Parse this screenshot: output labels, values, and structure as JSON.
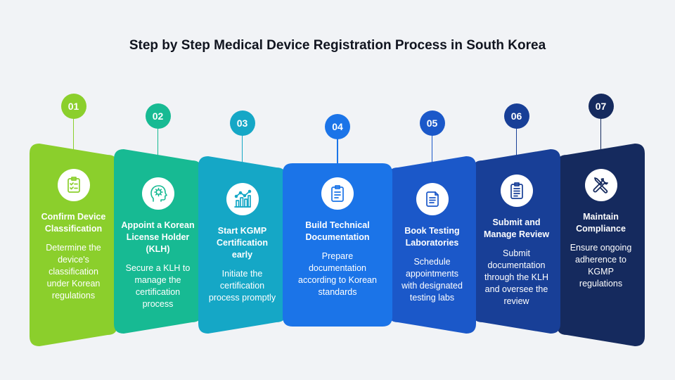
{
  "title": "Step by Step Medical Device Registration Process in South Korea",
  "steps": [
    {
      "num": "01",
      "title": "Confirm Device Classification",
      "desc": "Determine the device's classification under Korean regulations",
      "color": "#8bcf2c",
      "icon": "checklist-icon"
    },
    {
      "num": "02",
      "title": "Appoint a Korean License Holder (KLH)",
      "desc": "Secure a KLH to manage the certification process",
      "color": "#17ba93",
      "icon": "head-gear-icon"
    },
    {
      "num": "03",
      "title": "Start KGMP Certification early",
      "desc": "Initiate the certification process promptly",
      "color": "#15a7c6",
      "icon": "bar-chart-icon"
    },
    {
      "num": "04",
      "title": "Build Technical Documentation",
      "desc": "Prepare documentation according to Korean standards",
      "color": "#1b74e8",
      "icon": "clipboard-icon"
    },
    {
      "num": "05",
      "title": "Book Testing Laboratories",
      "desc": "Schedule appointments with designated testing labs",
      "color": "#1b58c9",
      "icon": "document-icon"
    },
    {
      "num": "06",
      "title": "Submit and Manage Review",
      "desc": "Submit documentation through the KLH and oversee the review",
      "color": "#183f97",
      "icon": "clipboard-list-icon"
    },
    {
      "num": "07",
      "title": "Maintain Compliance",
      "desc": "Ensure ongoing adherence to KGMP regulations",
      "color": "#152a5e",
      "icon": "tools-icon"
    }
  ]
}
